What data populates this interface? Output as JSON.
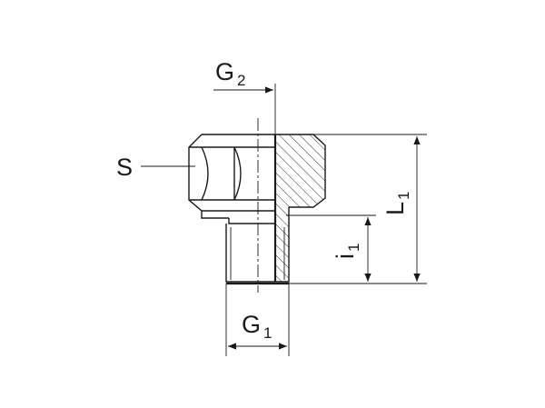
{
  "diagram": {
    "labels": {
      "g2": {
        "main": "G",
        "sub": "2"
      },
      "s": {
        "main": "S"
      },
      "l1": {
        "main": "L",
        "sub": "1"
      },
      "i1": {
        "main": "i",
        "sub": "1"
      },
      "g1": {
        "main": "G",
        "sub": "1"
      }
    },
    "colors": {
      "ink": "#1a1a1a",
      "background": "#ffffff"
    }
  }
}
